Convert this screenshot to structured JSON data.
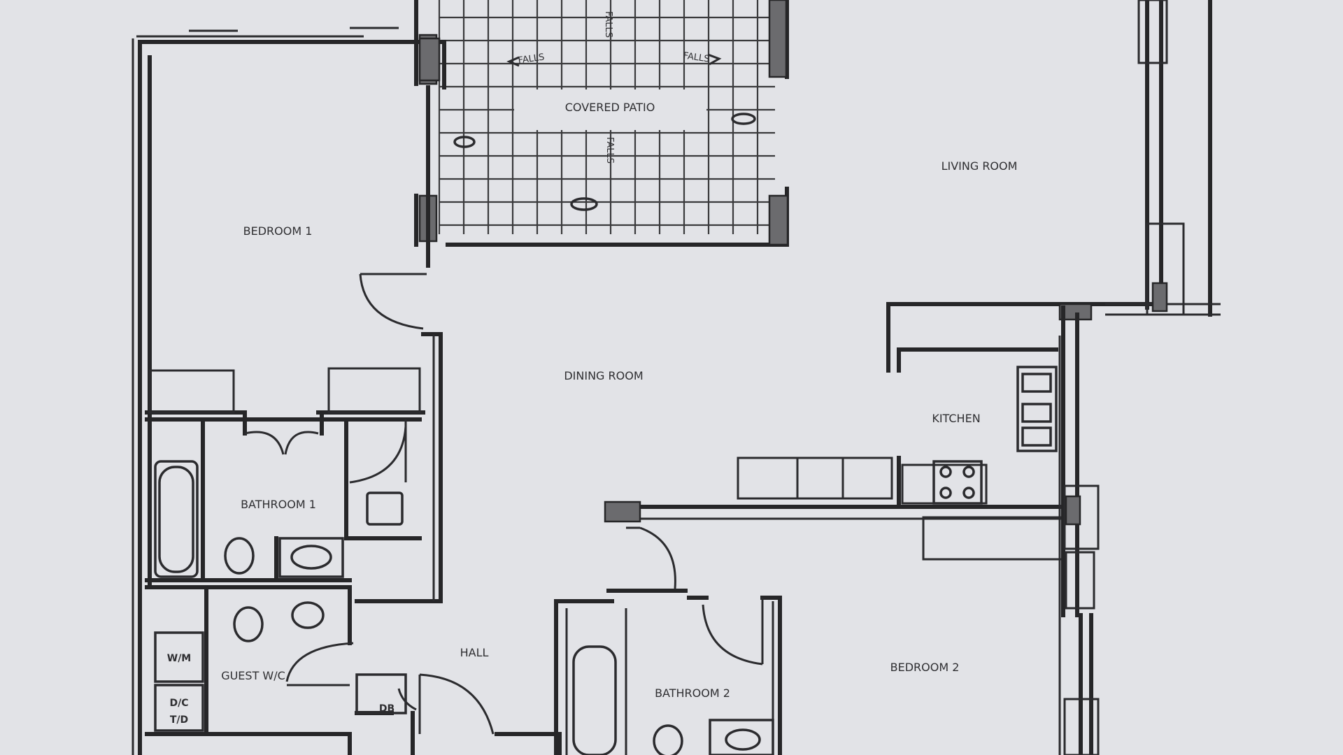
{
  "rooms": {
    "covered_patio": "COVERED PATIO",
    "living_room": "LIVING ROOM",
    "bedroom_1": "BEDROOM 1",
    "dining_room": "DINING ROOM",
    "kitchen": "KITCHEN",
    "bathroom_1": "BATHROOM 1",
    "hall": "HALL",
    "guest_wc": "GUEST W/C",
    "bathroom_2": "BATHROOM 2",
    "bedroom_2": "BEDROOM 2"
  },
  "fixtures": {
    "washer": "W/M",
    "dryer_line1": "D/C",
    "dryer_line2": "T/D",
    "distribution_board": "DB",
    "falls_left": "FALLS",
    "falls_right": "FALLS",
    "falls_down": "FALLS",
    "falls_top": "FALLS"
  },
  "colors": {
    "paper": "#e2e3e7",
    "ink": "#262628"
  }
}
